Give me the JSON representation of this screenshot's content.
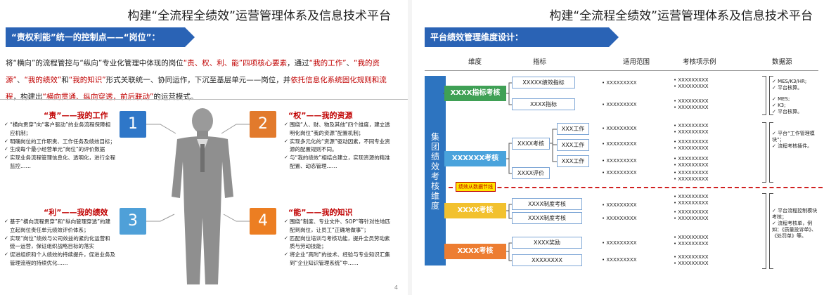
{
  "left": {
    "title": "构建“全流程全绩效”运营管理体系及信息技术平台",
    "banner": "“责权利能”统一的控制点——“岗位”：",
    "intro": [
      {
        "t": "将“横向”的流程管控与“纵向”专业化管理中体现的岗位",
        "c": ""
      },
      {
        "t": "“责、权、利、能”四项核心要素",
        "c": "red"
      },
      {
        "t": "，通过",
        "c": ""
      },
      {
        "t": "“我的工作”",
        "c": "red"
      },
      {
        "t": "、",
        "c": ""
      },
      {
        "t": "“我的资源”",
        "c": "red"
      },
      {
        "t": "、",
        "c": ""
      },
      {
        "t": "“我的绩效”",
        "c": "red"
      },
      {
        "t": "和",
        "c": ""
      },
      {
        "t": "“我的知识”",
        "c": "red"
      },
      {
        "t": "形式关联统一、协同运作，下沉至基层单元—",
        "c": ""
      },
      {
        "t": "—岗位，并",
        "c": ""
      },
      {
        "t": "依托信息化系统固化规则和流程",
        "c": "red"
      },
      {
        "t": "，构建出",
        "c": ""
      },
      {
        "t": "“横向贯通、纵向穿透，前后联动”",
        "c": "red"
      },
      {
        "t": "的运营模式。",
        "c": ""
      }
    ],
    "quadrants": [
      {
        "num": "1",
        "title": "“责”——我的工作",
        "items": [
          "“横向贯穿”向“客户驱动”的业务流程保障相应机制；",
          "明确岗位的工作职责、工作任务及绩效目标；",
          "生成每个最小经营单元“岗位”的评价数据",
          "实现业务流程管理信息化、透明化，进行全程监控……"
        ]
      },
      {
        "num": "2",
        "title": "“权”——我的资源",
        "items": [
          "围绕“人、财、物及其他”四个维度，建立透明化岗位“我的资源”配置机制；",
          "实现多元化的“资源”驱动因素，不同专业资源的配置规则不同。",
          "与“我的绩效”相结合建立，实现资源的精准配置、动态管理……"
        ]
      },
      {
        "num": "3",
        "title": "“利”——我的绩效",
        "items": [
          "基于“横向流程贯穿”和“纵向管理穿透”的建立起岗位责任单元绩效评价体系；",
          "实现“岗位”绩效与公司效益的紧约化运营和统一运营，保证组织战略目标的落实",
          "促进组织和个人绩效的持续提升，促进业务及管理流程的持续优化……"
        ]
      },
      {
        "num": "4",
        "title": "“能”——我的知识",
        "items": [
          "围绕“制度、专业文件、SOP”等针对性地匹配到岗位，让员工“正确地做事”；",
          "匹配岗位培训与考核功能，提升全员劳动素质与劳动技能；",
          "将企业“高附”的技术、经验与专业知识汇集到“企业知识管理系统”中……"
        ]
      }
    ],
    "page_num": "4"
  },
  "right": {
    "title": "构建“全流程全绩效”运营管理体系及信息技术平台",
    "banner": "平台绩效管理维度设计：",
    "headers": [
      "维度",
      "指标",
      "适用范围",
      "考核项示例",
      "数据源"
    ],
    "vertical_label": "集团绩效考核维度",
    "categories": [
      "XXXX指标考核",
      "XXXXXX考核",
      "XXXX考核",
      "XXXX考核"
    ],
    "indicators": [
      "XXXXX绩效指标",
      "XXXX指标",
      "XXXX考核",
      "XXX工作",
      "XXX工作",
      "XXX工作",
      "XXXX评价",
      "XXXX制度考核",
      "XXXX制度考核",
      "XXXX奖励",
      "XXXXXXXX"
    ],
    "scope": "XXXXXXXXX",
    "example": "XXXXXXXXX",
    "boundary": "绩效从数据节线",
    "sources": [
      [
        "MES/K3/HR;",
        "平台核算。"
      ],
      [
        "MES;",
        "K3;",
        "平台核算。"
      ],
      [
        "平台“工作管理模块”；",
        "流程考核插件。"
      ],
      [
        "平台流程控制模块考核；",
        "流程考核单，例如：《质量投诉单》、《处罚单》等。"
      ]
    ]
  }
}
